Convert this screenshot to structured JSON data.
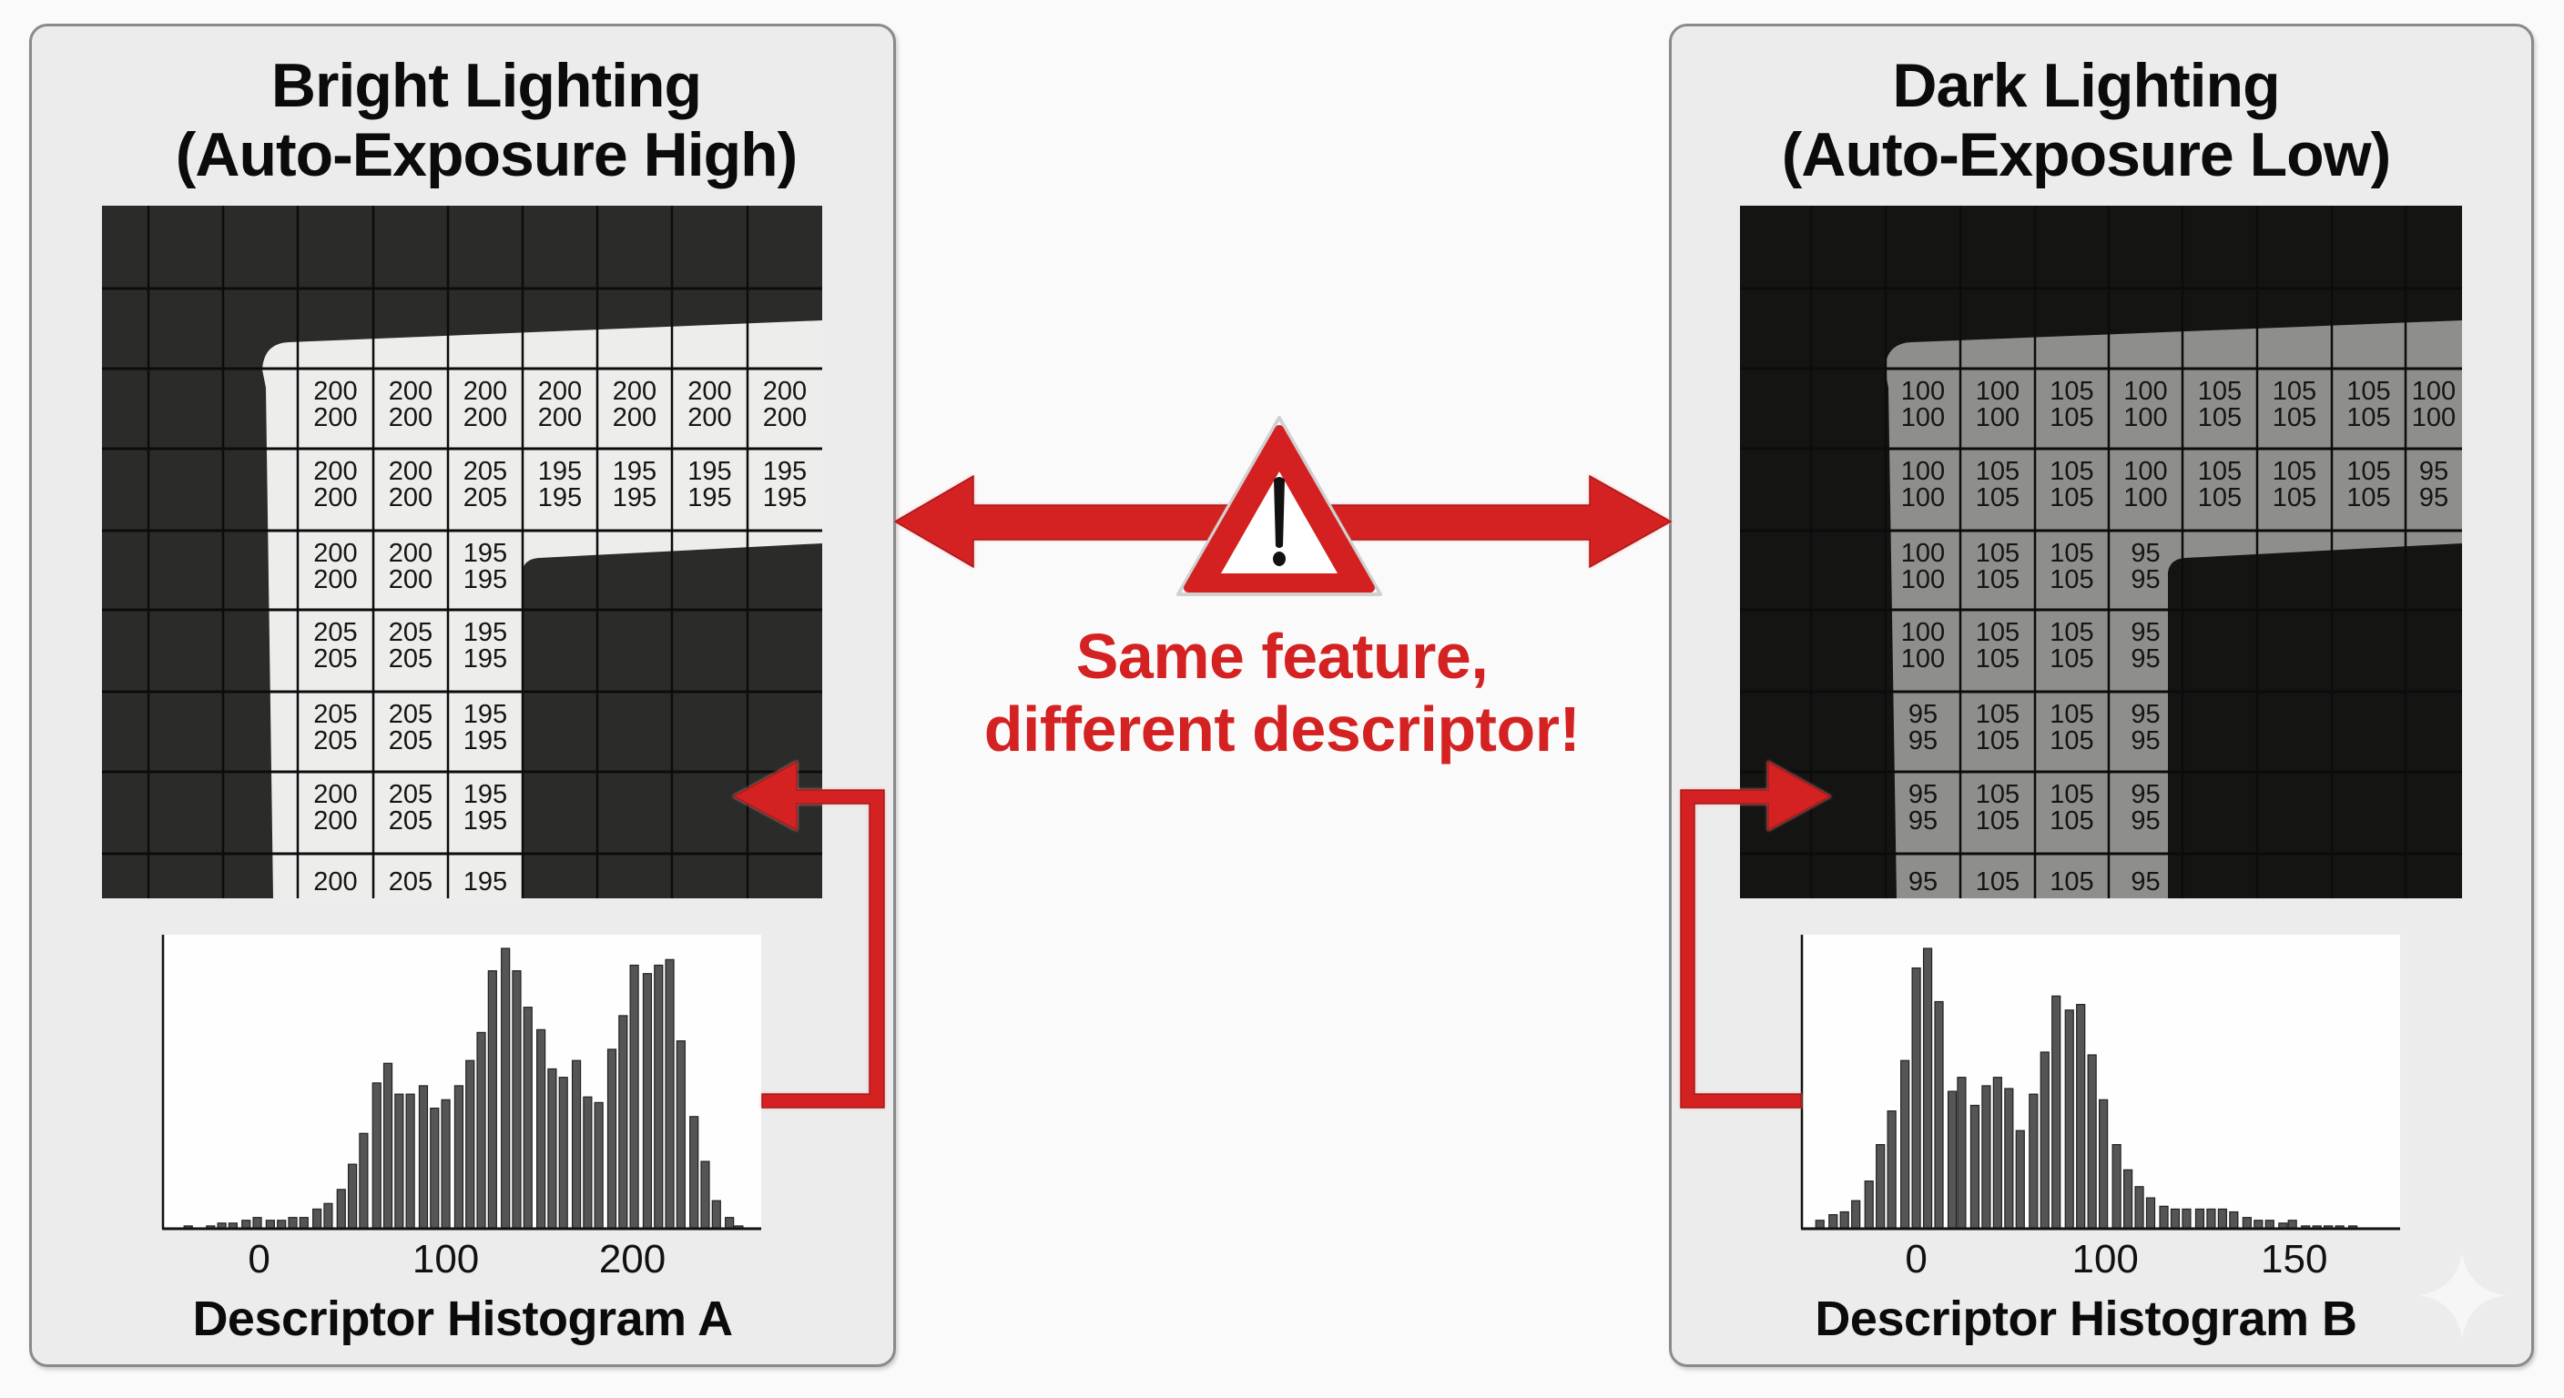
{
  "colors": {
    "accent_red": "#d42020",
    "bright_dark_region": "#2b2b29",
    "bright_lit_region": "#ededeb",
    "dark_dark_region": "#141413",
    "dark_lit_region": "#8e8e8c",
    "bar_fill": "#555555"
  },
  "left_panel": {
    "title_line1": "Bright Lighting",
    "title_line2": "(Auto-Exposure High)",
    "caption": "Descriptor Histogram A",
    "grid": {
      "columns": 10,
      "rows": 9,
      "value_start_row": 2,
      "value_start_col": 3,
      "values": [
        [
          200,
          200,
          200,
          200,
          200,
          200,
          200
        ],
        [
          200,
          200,
          205,
          195,
          195,
          195,
          195
        ],
        [
          200,
          200,
          195
        ],
        [
          205,
          205,
          195
        ],
        [
          205,
          205,
          195
        ],
        [
          200,
          205,
          195
        ],
        [
          200,
          205,
          195
        ]
      ]
    }
  },
  "right_panel": {
    "title_line1": "Dark Lighting",
    "title_line2": "(Auto-Exposure Low)",
    "caption": "Descriptor Histogram B",
    "grid": {
      "columns": 10,
      "rows": 9,
      "value_start_row": 2,
      "value_start_col": 2,
      "values": [
        [
          100,
          100,
          105,
          100,
          105,
          105,
          105,
          100
        ],
        [
          100,
          105,
          105,
          100,
          105,
          105,
          105,
          95
        ],
        [
          100,
          105,
          105,
          95
        ],
        [
          100,
          105,
          105,
          95
        ],
        [
          95,
          105,
          105,
          95
        ],
        [
          95,
          105,
          105,
          95
        ],
        [
          95,
          105,
          105,
          95
        ]
      ]
    }
  },
  "center": {
    "warning_icon": "warning-triangle-icon",
    "message_line1": "Same feature,",
    "message_line2": "different descriptor!"
  },
  "watermark_icon": "sparkle-icon",
  "chart_data": [
    {
      "type": "bar",
      "title": "Descriptor Histogram A",
      "xlabel": "",
      "ylabel": "",
      "xlim": [
        -52,
        269
      ],
      "ylim": [
        0,
        100
      ],
      "grid": false,
      "ticks": [
        {
          "label": "0",
          "at": 0
        },
        {
          "label": "100",
          "at": 100
        },
        {
          "label": "200",
          "at": 200
        }
      ],
      "x": [
        -38,
        -26,
        -20,
        -14,
        -7,
        -1,
        6,
        12,
        18,
        24,
        31,
        37,
        44,
        50,
        56,
        63,
        69,
        75,
        81,
        88,
        94,
        100,
        107,
        113,
        119,
        125,
        132,
        138,
        144,
        151,
        157,
        163,
        170,
        176,
        182,
        189,
        195,
        201,
        208,
        214,
        220,
        226,
        233,
        239,
        245,
        252,
        257
      ],
      "values": [
        1,
        1,
        2,
        2,
        3,
        4,
        3,
        3,
        4,
        4,
        7,
        9,
        14,
        23,
        34,
        52,
        59,
        48,
        48,
        51,
        43,
        46,
        51,
        60,
        70,
        92,
        100,
        92,
        79,
        71,
        57,
        54,
        60,
        47,
        45,
        64,
        76,
        94,
        91,
        94,
        96,
        67,
        40,
        24,
        10,
        4,
        1
      ]
    },
    {
      "type": "bar",
      "title": "Descriptor Histogram B",
      "xlabel": "",
      "ylabel": "",
      "xlim": [
        -61,
        256
      ],
      "ylim": [
        0,
        100
      ],
      "grid": false,
      "ticks": [
        {
          "label": "0",
          "at": 0
        },
        {
          "label": "100",
          "at": 100
        },
        {
          "label": "150",
          "at": 200
        }
      ],
      "x": [
        -51,
        -44,
        -38,
        -32,
        -25,
        -19,
        -13,
        -6,
        0,
        6,
        12,
        19,
        24,
        31,
        37,
        43,
        49,
        55,
        62,
        68,
        74,
        81,
        87,
        93,
        99,
        106,
        112,
        118,
        124,
        131,
        137,
        143,
        150,
        156,
        162,
        168,
        175,
        181,
        187,
        194,
        199,
        206,
        212,
        218,
        224,
        231
      ],
      "values": [
        3,
        5,
        6,
        10,
        17,
        30,
        42,
        60,
        93,
        100,
        81,
        49,
        54,
        44,
        51,
        54,
        50,
        35,
        48,
        63,
        83,
        78,
        80,
        62,
        46,
        30,
        21,
        15,
        11,
        8,
        7,
        7,
        7,
        7,
        7,
        6,
        4,
        3,
        3,
        2,
        3,
        1,
        1,
        1,
        1,
        1
      ]
    }
  ]
}
